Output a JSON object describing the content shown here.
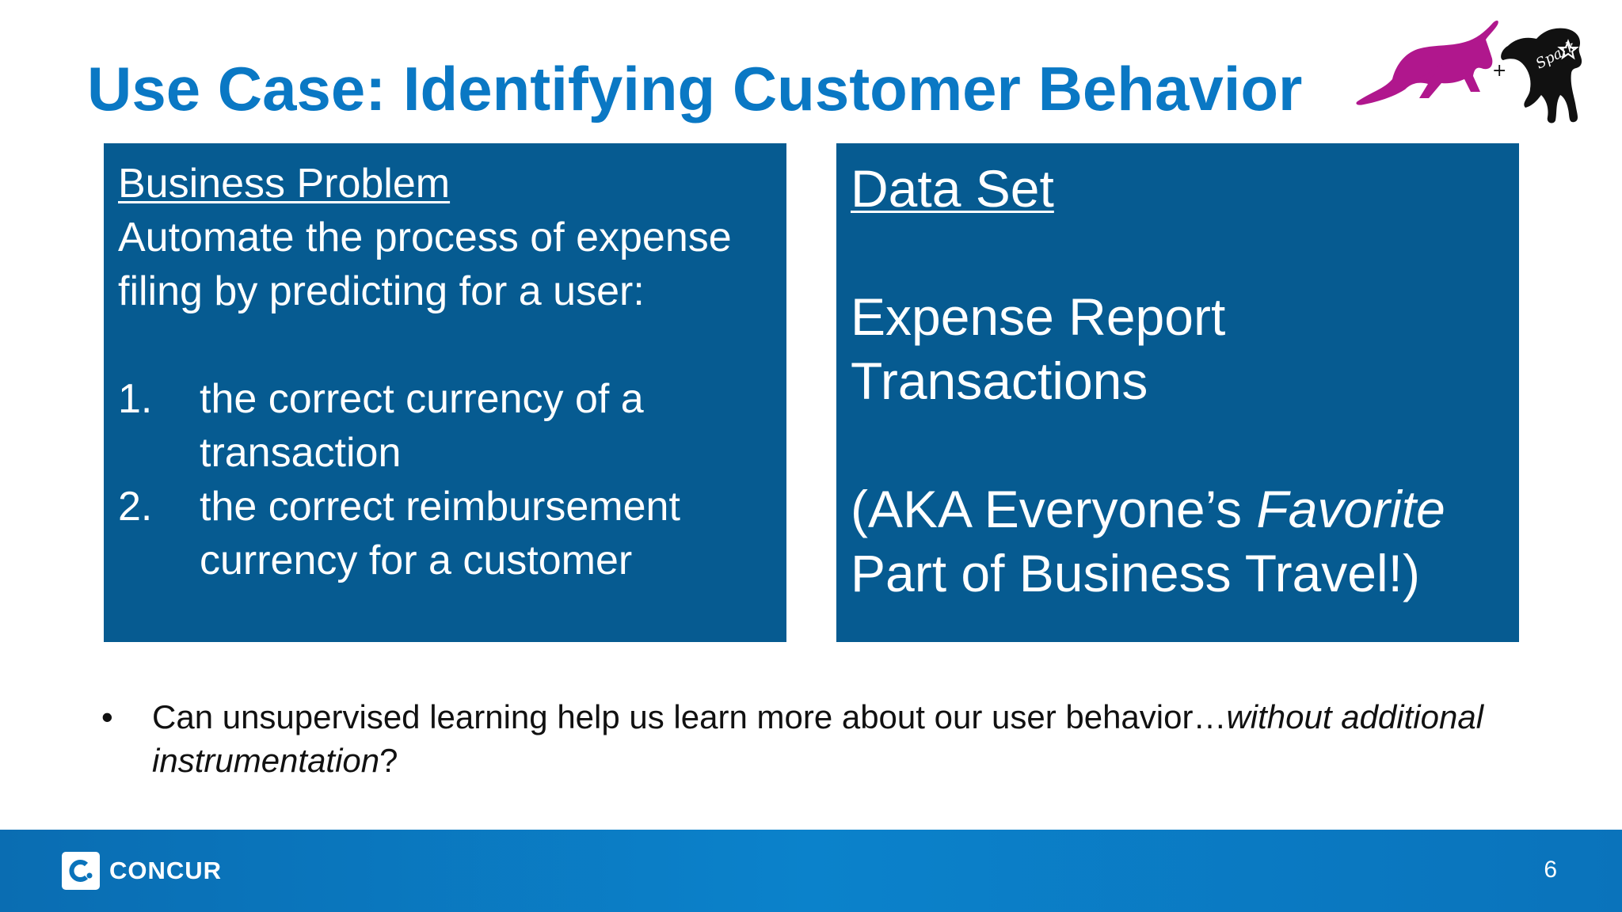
{
  "title": "Use Case: Identifying Customer Behavior",
  "logos": {
    "plus_sign": "+",
    "spark_text": "Spark",
    "left_animal_color": "#b0178d",
    "right_animal_color": "#111111"
  },
  "business_problem": {
    "heading": "Business Problem",
    "intro": "Automate the process of expense filing by predicting for a user:",
    "items": [
      {
        "number": "1.",
        "text": "the correct currency of a transaction"
      },
      {
        "number": "2.",
        "text": "the correct reimbursement currency for a customer"
      }
    ]
  },
  "data_set": {
    "heading": "Data Set",
    "line1": "Expense Report Transactions",
    "note_prefix": "(AKA Everyone’s ",
    "note_emphasis": "Favorite",
    "note_suffix": " Part of Business Travel!)"
  },
  "bullet": {
    "marker": "•",
    "text": "Can unsupervised learning help us learn more about our user behavior…",
    "italic_part": "without additional instrumentation",
    "end": "?"
  },
  "footer": {
    "brand": "CONCUR",
    "page_number": "6"
  },
  "colors": {
    "title": "#0a78c4",
    "panel": "#065b91",
    "footer": "#0a78c4"
  }
}
